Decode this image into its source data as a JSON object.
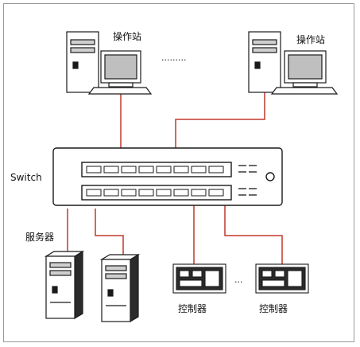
{
  "labels": {
    "workstation_left": "操作站",
    "workstation_right": "操作站",
    "workstation_ellipsis": "·········",
    "switch": "Switch",
    "servers": "服务器",
    "controller_left": "控制器",
    "controller_right": "控制器",
    "controller_ellipsis": "···"
  },
  "colors": {
    "link": "#c0392b",
    "outline": "#1a1a1a",
    "device_fill": "#ffffff",
    "device_shade": "#cfcfcf",
    "screen": "#bfbfbf",
    "rack": "#2b2b2b"
  }
}
